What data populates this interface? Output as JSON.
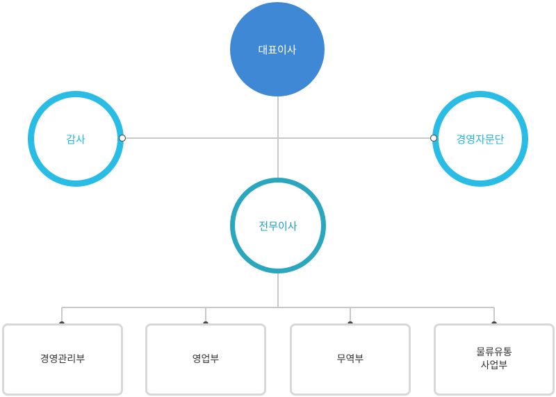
{
  "org_chart": {
    "ceo": {
      "label": "대표이사"
    },
    "audit": {
      "label": "감사"
    },
    "advisory": {
      "label": "경영자문단"
    },
    "executive": {
      "label": "전무이사"
    },
    "departments": [
      {
        "label": "경영관리부"
      },
      {
        "label": "영업부"
      },
      {
        "label": "무역부"
      },
      {
        "label": "물류유통\n사업부"
      }
    ]
  },
  "colors": {
    "ceo_fill": "#3f88d6",
    "side_ring": "#29bde6",
    "exec_ring": "#2aa6be",
    "connector": "#c8c8c8",
    "dept_border": "#d8d8d8"
  }
}
